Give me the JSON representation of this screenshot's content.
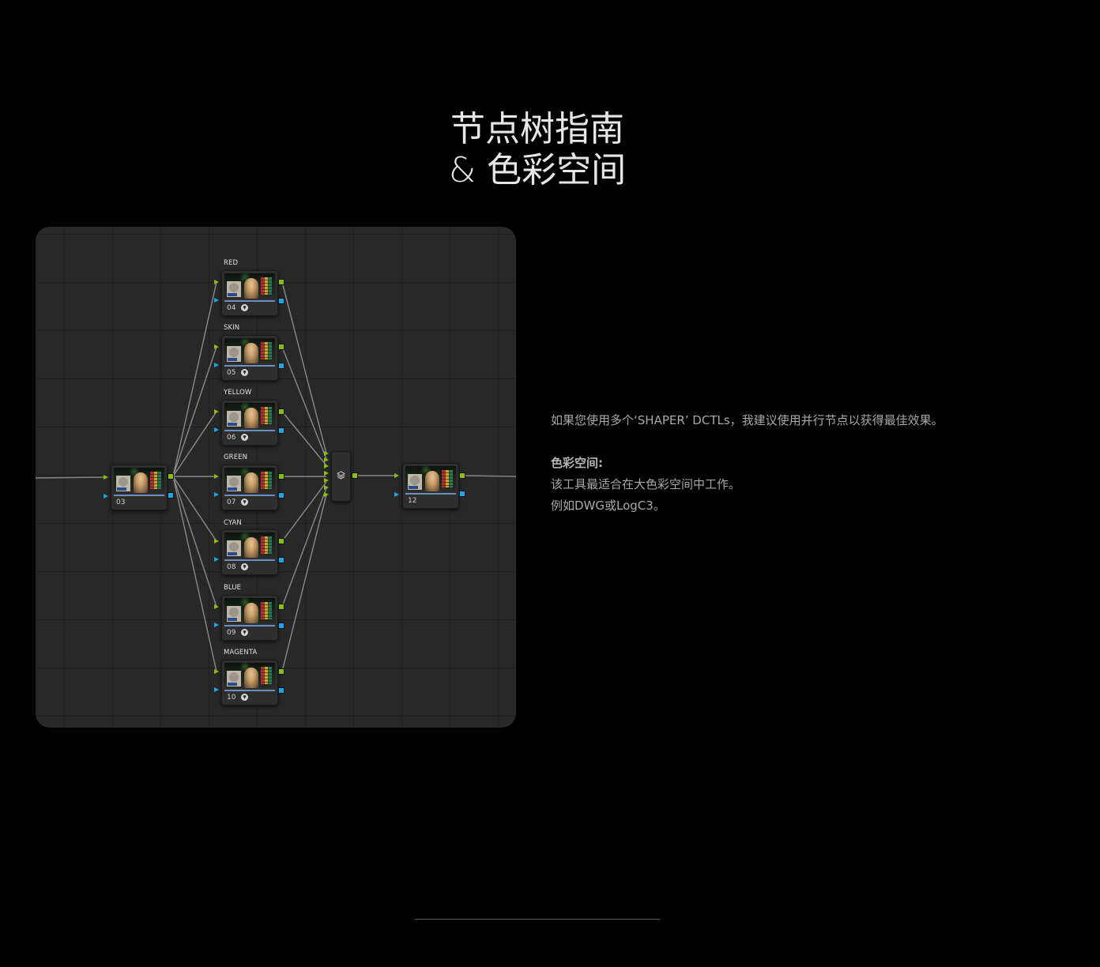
{
  "title": {
    "line1": "节点树指南",
    "line2": "& 色彩空间"
  },
  "node_graph": {
    "source_node": {
      "number": "03"
    },
    "parallel_nodes": [
      {
        "label": "RED",
        "number": "04"
      },
      {
        "label": "SKIN",
        "number": "05"
      },
      {
        "label": "YELLOW",
        "number": "06"
      },
      {
        "label": "GREEN",
        "number": "07"
      },
      {
        "label": "CYAN",
        "number": "08"
      },
      {
        "label": "BLUE",
        "number": "09"
      },
      {
        "label": "MAGENTA",
        "number": "10"
      }
    ],
    "mixer_node": {
      "icon": "layers-icon"
    },
    "output_node": {
      "number": "12"
    },
    "colors": {
      "panel_bg": "#282828",
      "rgb_port": "#88c010",
      "alpha_port": "#1ea6ea",
      "wire": "#8a8a8a"
    }
  },
  "info": {
    "paragraph1": "如果您使用多个‘SHAPER’ DCTLs，我建议使用并行节点以获得最佳效果。",
    "heading": "色彩空间:",
    "line1": "该工具最适合在大色彩空间中工作。",
    "line2": "例如DWG或LogC3。"
  }
}
